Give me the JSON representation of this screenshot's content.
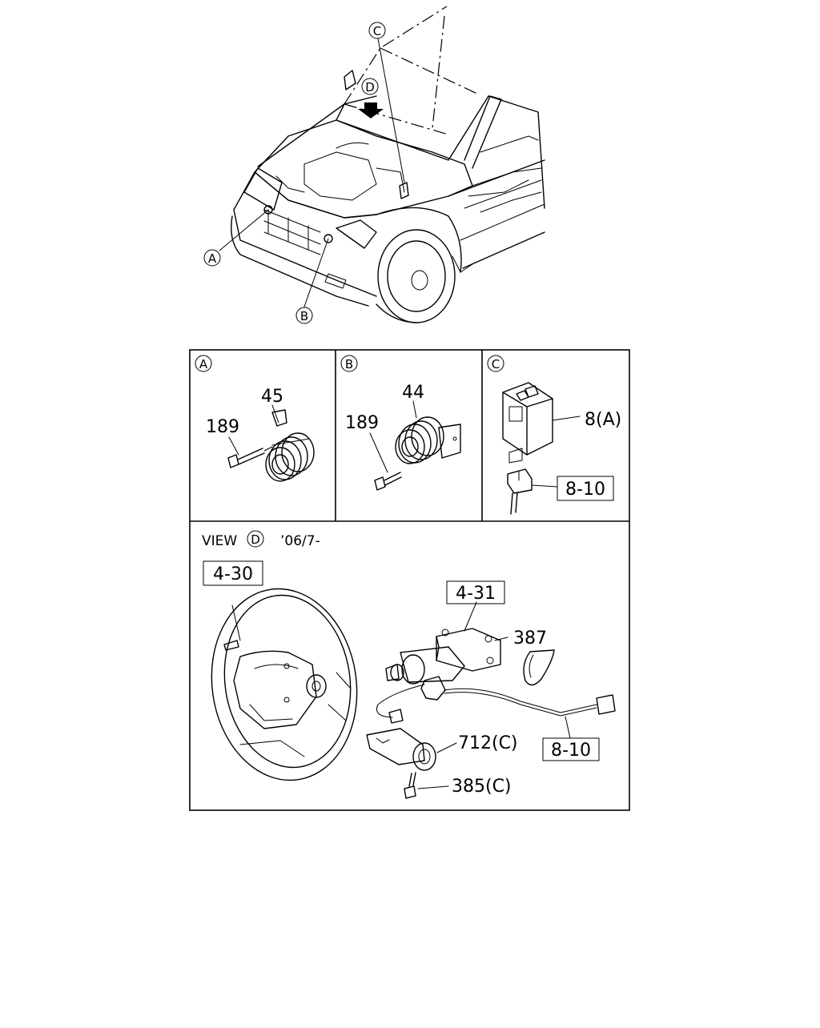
{
  "callouts": {
    "a": "A",
    "b": "B",
    "c": "C",
    "d": "D"
  },
  "panel_a": {
    "title": "A",
    "parts": [
      "45",
      "189"
    ]
  },
  "panel_b": {
    "title": "B",
    "parts": [
      "44",
      "189"
    ]
  },
  "panel_c": {
    "title": "C",
    "parts": [
      "8(A)",
      "8-10"
    ]
  },
  "panel_d": {
    "view_label": "VIEW",
    "view_letter": "D",
    "date": "’06/7-",
    "parts": [
      "4-30",
      "4-31",
      "387",
      "712(C)",
      "8-10",
      "385(C)"
    ]
  }
}
